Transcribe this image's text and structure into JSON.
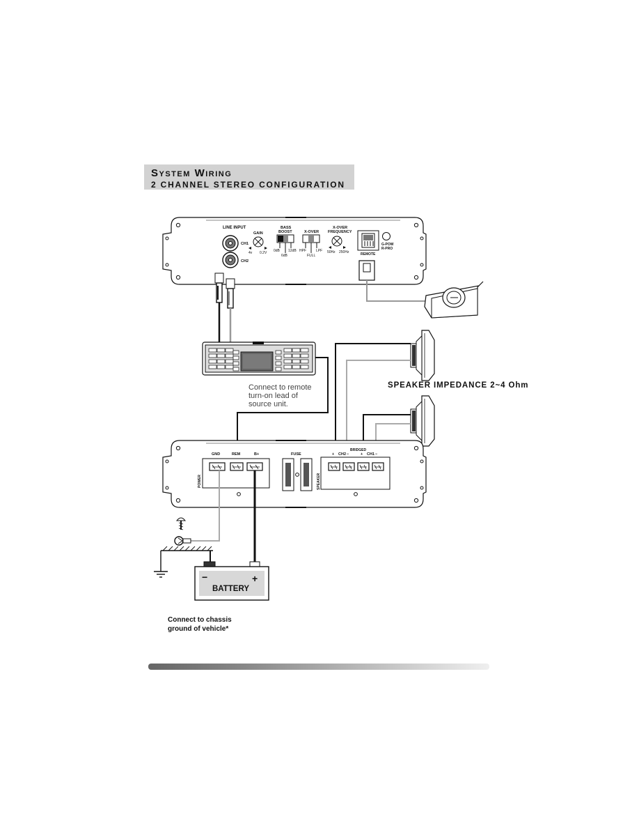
{
  "header": {
    "title": "System Wiring",
    "subtitle": "2 CHANNEL STEREO CONFIGURATION"
  },
  "amp_top": {
    "line_input": "LINE INPUT",
    "ch1": "CH1",
    "ch2": "CH2",
    "gain": "GAIN",
    "gain_min": "4v",
    "gain_max": "0.2V",
    "bass_boost_line1": "BASS",
    "bass_boost_line2": "BOOST",
    "bass_0": "0dB",
    "bass_6": "6dB",
    "bass_12": "12dB",
    "xover": "X-OVER",
    "hpf": "HPF",
    "full": "FULL",
    "lpf": "LPF",
    "xfreq_line1": "X-OVER",
    "xfreq_line2": "FREQUENCY",
    "freq_min": "50Hz",
    "freq_max": "250Hz",
    "remote": "REMOTE",
    "led_line1": "G-POW",
    "led_line2": "R-PRO"
  },
  "source_note": [
    "Connect to remote",
    "turn-on lead of",
    "source unit."
  ],
  "speaker_impedance": "SPEAKER IMPEDANCE 2~4 Ohm",
  "amp_bottom": {
    "gnd": "GND",
    "rem": "REM",
    "bplus": "B+",
    "power": "POWER",
    "fuse": "FUSE",
    "speaker": "SPEAKER",
    "bridged": "BRIDGED",
    "plus": "+",
    "minus": "−",
    "ch2": "CH2",
    "ch1": "CH1"
  },
  "battery": {
    "label": "BATTERY",
    "minus": "−",
    "plus": "+"
  },
  "chassis_note": [
    "Connect to chassis",
    "ground of vehicle*"
  ],
  "colors": {
    "header_bg": "#d2d2d2",
    "wire_black": "#111111",
    "wire_gray": "#9a9a9a"
  }
}
